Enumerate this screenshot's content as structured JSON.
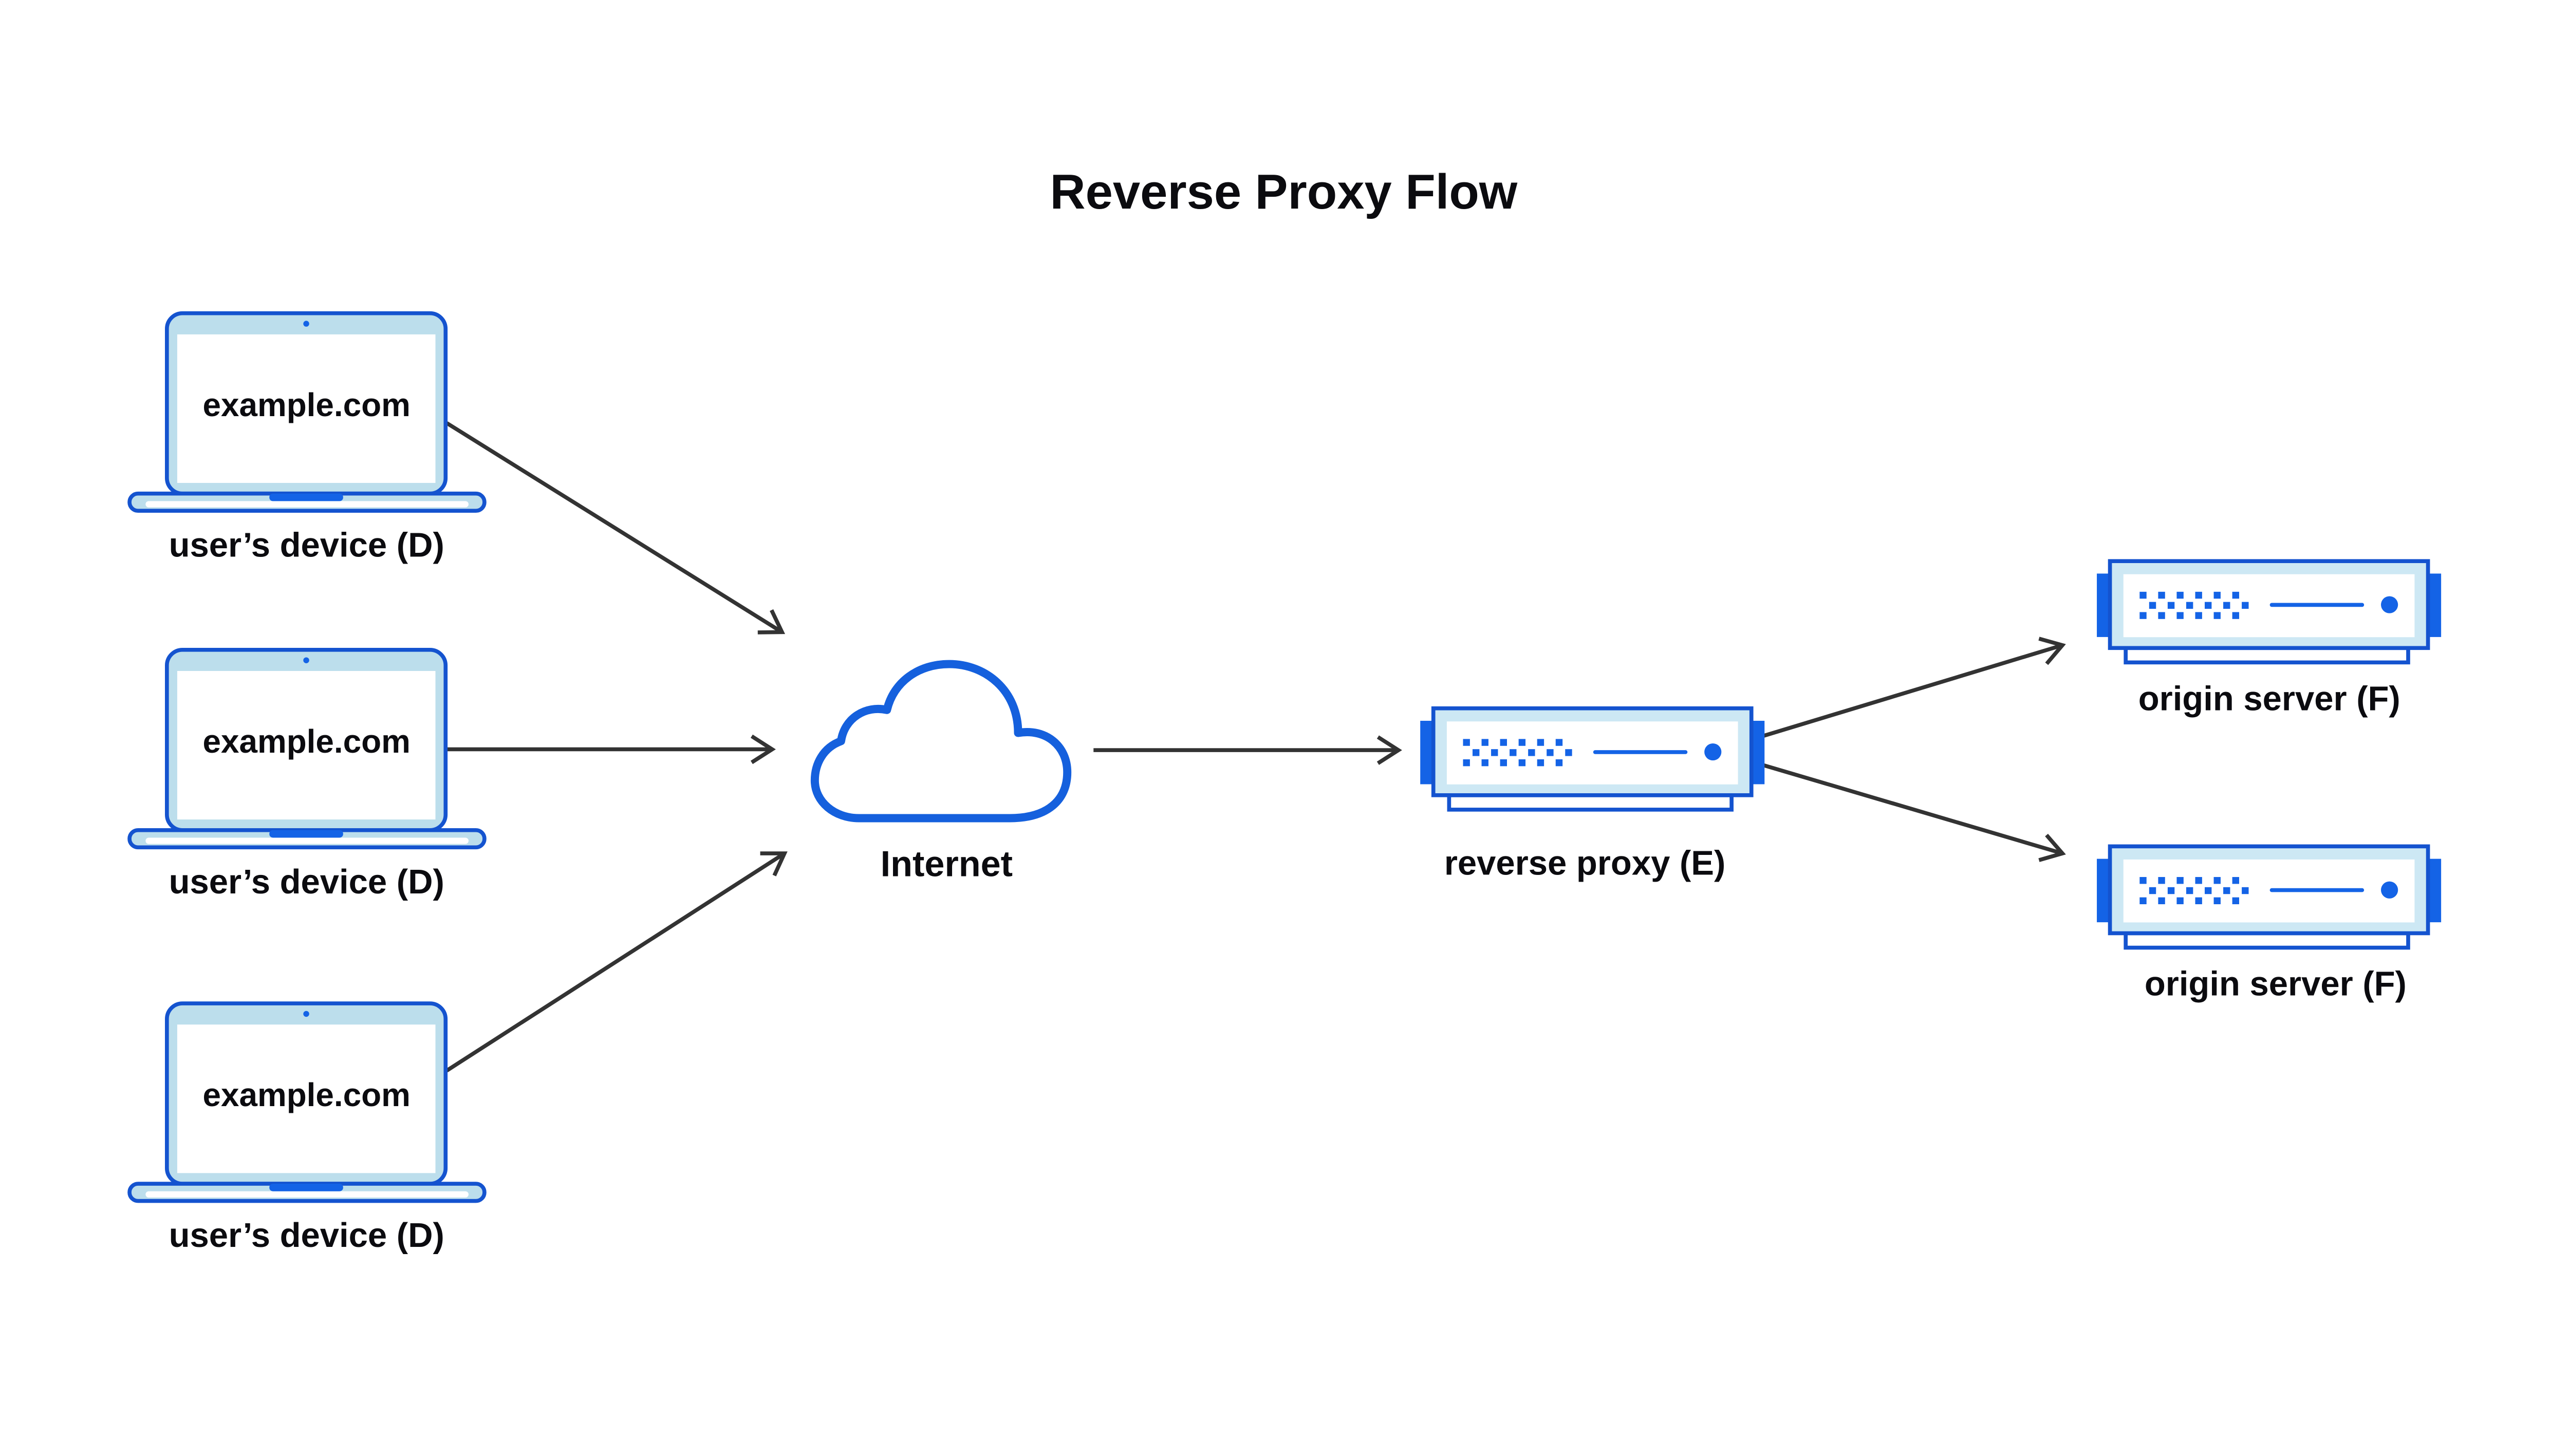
{
  "title": "Reverse Proxy Flow",
  "colors": {
    "outline": "#1453cf",
    "accent": "#1463e6",
    "cloud_stroke": "#1560dd",
    "laptop_bezel": "#bcdeec",
    "server_bezel": "#cde8f4",
    "arrow": "#333333",
    "text": "#0b0b0f",
    "background": "#ffffff"
  },
  "icons": {
    "device": "laptop-icon",
    "internet": "cloud-icon",
    "proxy": "server-icon",
    "origin": "server-icon"
  },
  "devices": [
    {
      "screen_label": "example.com",
      "label": "user’s device (D)"
    },
    {
      "screen_label": "example.com",
      "label": "user’s device (D)"
    },
    {
      "screen_label": "example.com",
      "label": "user’s device (D)"
    }
  ],
  "internet": {
    "label": "Internet"
  },
  "proxy": {
    "label": "reverse proxy (E)"
  },
  "origins": [
    {
      "label": "origin server (F)"
    },
    {
      "label": "origin server (F)"
    }
  ]
}
